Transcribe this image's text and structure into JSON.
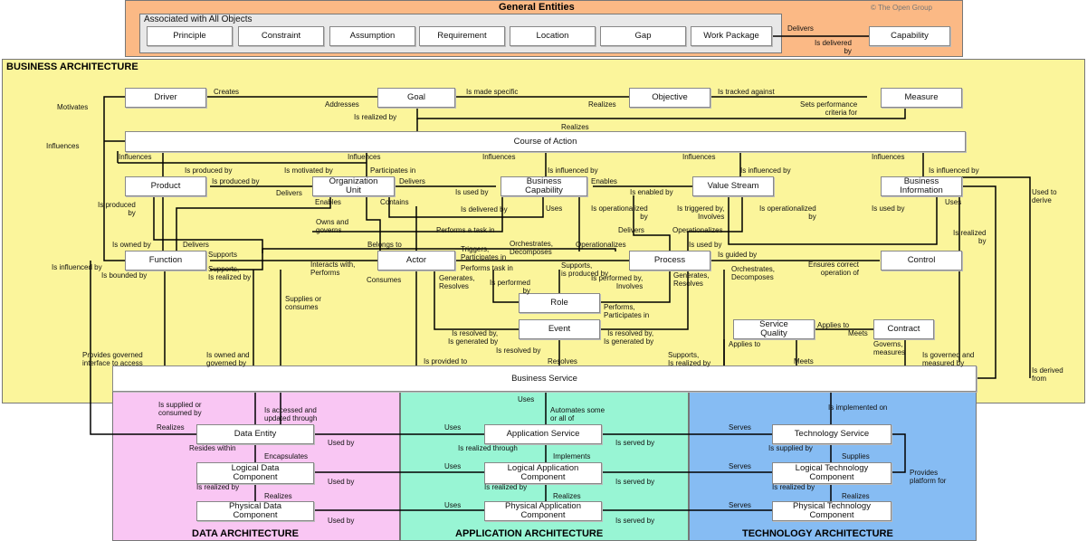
{
  "copyright": "© The Open Group",
  "general": {
    "title": "General Entities",
    "associated_title": "Associated with All Objects",
    "items": [
      "Principle",
      "Constraint",
      "Assumption",
      "Requirement",
      "Location",
      "Gap",
      "Work Package"
    ],
    "capability": "Capability",
    "delivers": "Delivers",
    "is_delivered_by": "Is delivered\nby"
  },
  "regions": {
    "business": "BUSINESS ARCHITECTURE",
    "data": "DATA ARCHITECTURE",
    "application": "APPLICATION ARCHITECTURE",
    "technology": "TECHNOLOGY ARCHITECTURE"
  },
  "colors": {
    "general_bg": "#fbb985",
    "general_inner": "#e8e8e8",
    "business_bg": "#fbf59b",
    "data_bg": "#f9c6f3",
    "application_bg": "#98f5d4",
    "technology_bg": "#86bcf3"
  },
  "nodes": {
    "driver": "Driver",
    "goal": "Goal",
    "objective": "Objective",
    "measure": "Measure",
    "course_of_action": "Course of Action",
    "product": "Product",
    "organization_unit": "Organization\nUnit",
    "business_capability": "Business\nCapability",
    "value_stream": "Value Stream",
    "business_information": "Business\nInformation",
    "function": "Function",
    "actor": "Actor",
    "process": "Process",
    "control": "Control",
    "role": "Role",
    "event": "Event",
    "service_quality": "Service\nQuality",
    "contract": "Contract",
    "business_service": "Business Service",
    "data_entity": "Data Entity",
    "logical_data_component": "Logical Data\nComponent",
    "physical_data_component": "Physical Data\nComponent",
    "application_service": "Application Service",
    "logical_application_component": "Logical Application\nComponent",
    "physical_application_component": "Physical Application\nComponent",
    "technology_service": "Technology Service",
    "logical_technology_component": "Logical Technology\nComponent",
    "physical_technology_component": "Physical Technology\nComponent"
  },
  "labels": {
    "creates": "Creates",
    "motivates": "Motivates",
    "addresses": "Addresses",
    "is_made_specific": "Is made specific",
    "realizes_obj": "Realizes",
    "is_tracked_against": "Is tracked against",
    "sets_performance": "Sets performance\ncriteria for",
    "is_realized_by_goal": "Is realized by",
    "realizes_coa": "Realizes",
    "influences_left": "Influences",
    "influences_1": "Influences",
    "influences_2": "Influences",
    "influences_3": "Influences",
    "influences_4": "Influences",
    "influences_5": "Influences",
    "is_produced_by_1": "Is produced by",
    "is_motivated_by": "Is motivated by",
    "participates_in": "Participates in",
    "is_influenced_by_1": "Is influenced by",
    "is_influenced_by_2": "Is influenced by",
    "is_influenced_by_3": "Is influenced by",
    "is_produced_by_2": "Is produced by",
    "delivers_1": "Delivers",
    "delivers_2": "Delivers",
    "enables_1": "Enables",
    "enables_2": "Enables",
    "contains": "Contains",
    "is_used_by_1": "Is used by",
    "is_enabled_by": "Is enabled by",
    "used_to_derive": "Used to\nderive",
    "is_produced_by_3": "Is produced\nby",
    "owns_governs": "Owns and\ngoverns",
    "is_delivered_by": "Is delivered by",
    "uses_1": "Uses",
    "is_operationalized_by_1": "Is operationalized\nby",
    "is_triggered_by": "Is triggered by,\nInvolves",
    "is_operationalized_by_2": "Is operationalized\nby",
    "is_used_by_2": "Is used by",
    "uses_2": "Uses",
    "is_realized_by_bi": "Is realized\nby",
    "performs_task_in_1": "Performs a task in",
    "delivers_3": "Delivers",
    "operationalizes_1": "Operationalizes",
    "is_owned_by": "Is owned by",
    "delivers_4": "Delivers",
    "belongs_to": "Belongs to",
    "triggers": "Triggers,\nParticipates in",
    "orchestrates_1": "Orchestrates,\nDecomposes",
    "operationalizes_2": "Operationalizes",
    "is_used_by_3": "Is used by",
    "is_influenced_by_4": "Is influenced by",
    "supports_1": "Supports",
    "is_guided_by": "Is guided by",
    "supports_2": "Supports,\nIs realized by",
    "interacts_with": "Interacts with,\nPerforms",
    "performs_task_in_2": "Performs task in",
    "supports_3": "Supports,\nis produced by",
    "orchestrates_2": "Orchestrates,\nDecomposes",
    "ensures": "Ensures correct\noperation of",
    "is_bounded_by": "Is bounded by",
    "consumes": "Consumes",
    "generates_1": "Generates,\nResolves",
    "is_performed_by_1": "Is performed\nby",
    "is_performed_by_2": "Is performed by,\nInvolves",
    "generates_2": "Generates,\nResolves",
    "supplies_consumes": "Supplies or\nconsumes",
    "performs_participates": "Performs,\nParticipates in",
    "applies_to_1": "Applies to",
    "meets_1": "Meets",
    "is_resolved_by_1": "Is resolved by,\nIs generated by",
    "is_resolved_by_2": "Is resolved by,\nIs generated by",
    "governs": "Governs,\nmeasures",
    "applies_to_2": "Applies to",
    "provides_governed": "Provides governed\ninterface to access",
    "is_owned_governed": "Is owned and\ngoverned by",
    "is_resolved_by_3": "Is resolved by",
    "is_provided_to": "Is provided to",
    "resolves": "Resolves",
    "supports_4": "Supports,\nIs realized by",
    "meets_2": "Meets",
    "is_governed": "Is governed and\nmeasured by",
    "is_derived_from": "Is derived\nfrom",
    "is_supplied_consumed": "Is supplied or\nconsumed by",
    "is_accessed": "Is accessed and\nupdated through",
    "uses_app": "Uses",
    "automates": "Automates some\nor all of",
    "is_implemented_on": "Is implemented on",
    "realizes_de": "Realizes",
    "uses_de": "Uses",
    "serves_1": "Serves",
    "resides_within": "Resides within",
    "used_by_1": "Used by",
    "is_realized_through": "Is realized through",
    "is_served_by_1": "Is served by",
    "is_supplied_by": "Is supplied by",
    "encapsulates": "Encapsulates",
    "implements": "Implements",
    "supplies": "Supplies",
    "uses_ldc": "Uses",
    "serves_2": "Serves",
    "provides_platform": "Provides\nplatform for",
    "used_by_2": "Used by",
    "is_served_by_2": "Is served by",
    "is_realized_by_d": "Is realized by",
    "is_realized_by_a": "Is realized by",
    "is_realized_by_t": "Is realized by",
    "realizes_d": "Realizes",
    "realizes_a": "Realizes",
    "realizes_t": "Realizes",
    "uses_pdc": "Uses",
    "serves_3": "Serves",
    "used_by_3": "Used by",
    "is_served_by_3": "Is served by"
  }
}
